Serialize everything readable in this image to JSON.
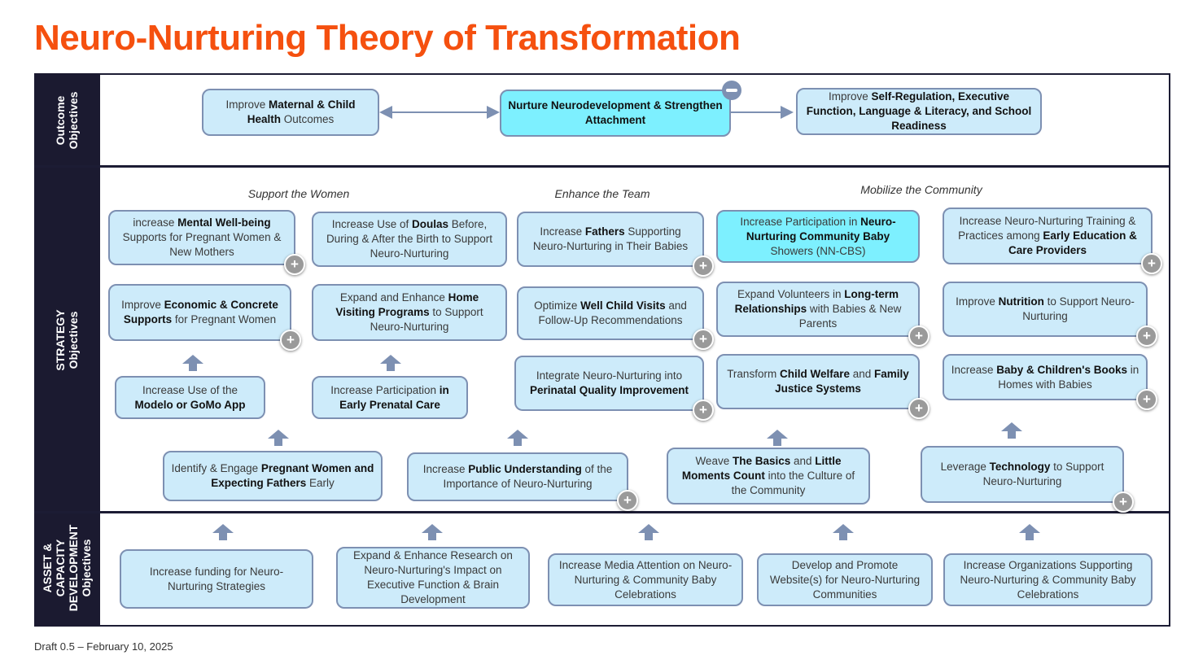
{
  "title": "Neuro-Nurturing Theory of Transformation",
  "footer": "Draft 0.5 – February 10, 2025",
  "row_labels": {
    "outcome": [
      "Outcome",
      "Objectives"
    ],
    "strategy": [
      "STRATEGY",
      "Objectives"
    ],
    "asset": [
      "ASSET &",
      "CAPACITY",
      "DEVELOPMENT",
      "Objectives"
    ]
  },
  "headings": {
    "women": "Support the Women",
    "team": "Enhance the Team",
    "community": "Mobilize the Community"
  },
  "colors": {
    "title": "#F5500F",
    "box": "#CDEBFA",
    "highlight": "#7DF0FF",
    "border": "#7D90B2",
    "band": "#1b1a30"
  },
  "boxes": {
    "o1": [
      [
        "Improve ",
        0
      ],
      [
        "Maternal & Child Health",
        1
      ],
      [
        " Outcomes",
        0
      ]
    ],
    "o2": [
      [
        "Nurture Neurodevelopment & Strengthen Attachment",
        1
      ]
    ],
    "o3": [
      [
        "Improve ",
        0
      ],
      [
        "Self-Regulation, Executive Function, Language & Literacy, and School Readiness",
        1
      ]
    ],
    "s1": [
      [
        "increase ",
        0
      ],
      [
        "Mental Well-being",
        1
      ],
      [
        " Supports for Pregnant Women & New Mothers",
        0
      ]
    ],
    "s2": [
      [
        "Increase Use of ",
        0
      ],
      [
        "Doulas",
        1
      ],
      [
        " Before, During & After the Birth to Support Neuro-Nurturing",
        0
      ]
    ],
    "s3": [
      [
        "Increase ",
        0
      ],
      [
        "Fathers",
        1
      ],
      [
        " Supporting Neuro-Nurturing in Their Babies",
        0
      ]
    ],
    "s4": [
      [
        "Increase Participation in ",
        0
      ],
      [
        "Neuro-Nurturing Community Baby",
        1
      ],
      [
        " Showers (NN-CBS)",
        0
      ]
    ],
    "s5": [
      [
        "Increase Neuro-Nurturing Training & Practices among ",
        0
      ],
      [
        "Early Education & Care Providers",
        1
      ]
    ],
    "s6": [
      [
        "Improve ",
        0
      ],
      [
        "Economic & Concrete Supports",
        1
      ],
      [
        " for Pregnant Women",
        0
      ]
    ],
    "s7": [
      [
        "Expand and Enhance ",
        0
      ],
      [
        "Home Visiting Programs",
        1
      ],
      [
        " to Support Neuro-Nurturing",
        0
      ]
    ],
    "s8": [
      [
        "Optimize ",
        0
      ],
      [
        "Well Child Visits",
        1
      ],
      [
        " and Follow-Up Recommendations",
        0
      ]
    ],
    "s9": [
      [
        "Expand Volunteers in ",
        0
      ],
      [
        "Long-term Relationships",
        1
      ],
      [
        " with Babies & New Parents",
        0
      ]
    ],
    "s10": [
      [
        "Improve ",
        0
      ],
      [
        "Nutrition",
        1
      ],
      [
        " to Support Neuro-Nurturing",
        0
      ]
    ],
    "s11": [
      [
        "Increase Use of the ",
        0
      ],
      [
        "Modelo or GoMo App",
        1
      ]
    ],
    "s12": [
      [
        "Increase Participation ",
        0
      ],
      [
        "in Early Prenatal Care",
        1
      ]
    ],
    "s13": [
      [
        "Integrate Neuro-Nurturing into ",
        0
      ],
      [
        "Perinatal Quality Improvement",
        1
      ]
    ],
    "s14": [
      [
        "Transform ",
        0
      ],
      [
        "Child Welfare",
        1
      ],
      [
        " and ",
        0
      ],
      [
        "Family Justice Systems",
        1
      ]
    ],
    "s15": [
      [
        "Increase ",
        0
      ],
      [
        "Baby & Children's Books",
        1
      ],
      [
        " in Homes with Babies",
        0
      ]
    ],
    "s16": [
      [
        "Identify & Engage ",
        0
      ],
      [
        "Pregnant Women and Expecting Fathers",
        1
      ],
      [
        " Early",
        0
      ]
    ],
    "s17": [
      [
        "Increase ",
        0
      ],
      [
        "Public Understanding",
        1
      ],
      [
        " of the Importance of Neuro-Nurturing",
        0
      ]
    ],
    "s18": [
      [
        "Weave ",
        0
      ],
      [
        "The Basics",
        1
      ],
      [
        " and ",
        0
      ],
      [
        "Little Moments Count",
        1
      ],
      [
        " into the Culture of the Community",
        0
      ]
    ],
    "s19": [
      [
        "Leverage ",
        0
      ],
      [
        "Technology",
        1
      ],
      [
        " to Support Neuro-Nurturing",
        0
      ]
    ],
    "a1": [
      [
        "Increase funding for Neuro-Nurturing Strategies",
        0
      ]
    ],
    "a2": [
      [
        "Expand & Enhance Research on Neuro-Nurturing's Impact on Executive Function & Brain Development",
        0
      ]
    ],
    "a3": [
      [
        "Increase Media Attention on Neuro-Nurturing & Community Baby Celebrations",
        0
      ]
    ],
    "a4": [
      [
        "Develop and Promote Website(s) for Neuro-Nurturing Communities",
        0
      ]
    ],
    "a5": [
      [
        "Increase Organizations Supporting Neuro-Nurturing & Community Baby Celebrations",
        0
      ]
    ]
  }
}
